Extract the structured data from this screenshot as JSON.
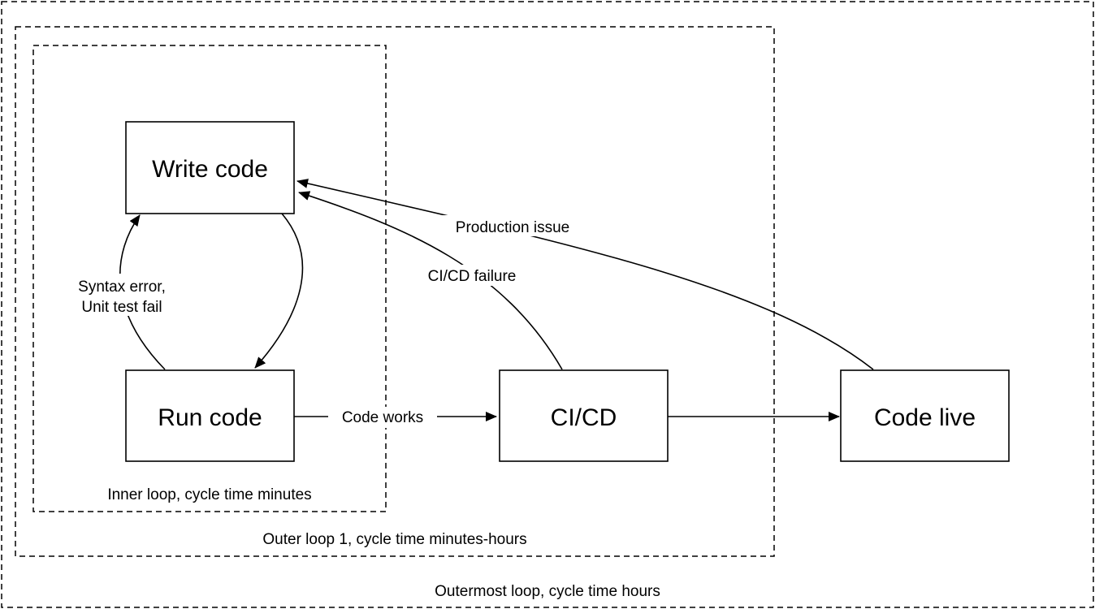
{
  "loops": {
    "outermost": "Outermost loop, cycle time hours",
    "outer1": "Outer loop 1, cycle time minutes-hours",
    "inner": "Inner loop, cycle time minutes"
  },
  "nodes": {
    "write_code": "Write code",
    "run_code": "Run code",
    "cicd": "CI/CD",
    "code_live": "Code live"
  },
  "edges": {
    "syntax_error_line1": "Syntax error,",
    "syntax_error_line2": "Unit test fail",
    "code_works": "Code works",
    "cicd_failure": "CI/CD failure",
    "production_issue": "Production issue"
  }
}
